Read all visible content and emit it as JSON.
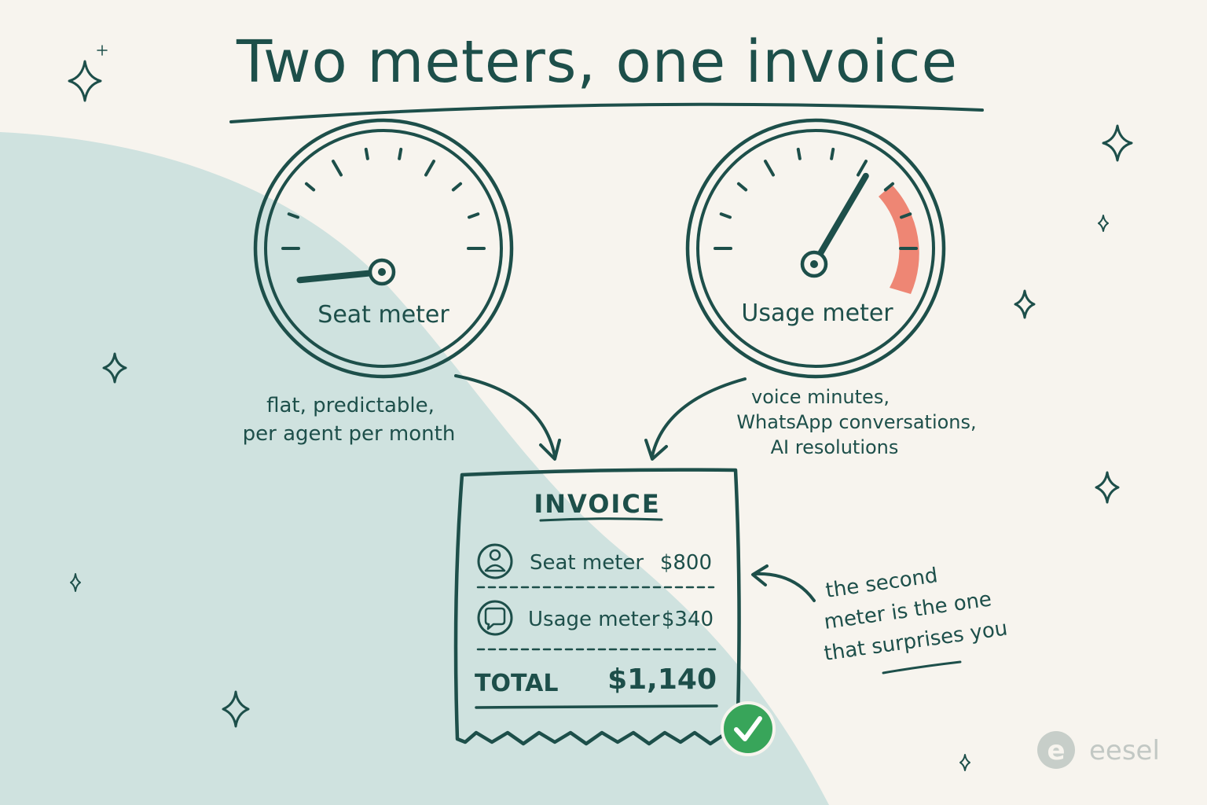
{
  "title": "Two meters, one invoice",
  "gauges": {
    "seat": {
      "label": "Seat meter",
      "needle_level": 0.08
    },
    "usage": {
      "label": "Usage meter",
      "needle_level": 0.78
    }
  },
  "seat_note": [
    "flat, predictable,",
    "per agent per month"
  ],
  "usage_note": [
    "voice minutes,",
    "WhatsApp conversations,",
    "AI resolutions"
  ],
  "invoice": {
    "heading": "INVOICE",
    "rows": [
      {
        "label": "Seat meter",
        "amount": "$800",
        "icon": "person-icon"
      },
      {
        "label": "Usage meter",
        "amount": "$340",
        "icon": "chat-bubble-icon"
      }
    ],
    "total_label": "TOTAL",
    "total_amount": "$1,140",
    "status_icon": "checkmark-icon"
  },
  "callout": [
    "the second",
    "meter is the one",
    "that surprises you"
  ],
  "brand": {
    "name": "eesel",
    "mark": "e"
  },
  "colors": {
    "ink": "#1d4f4a",
    "background": "#f7f4ee",
    "blob": "#cfe2df",
    "danger_zone": "#ee8674",
    "check": "#38a55a"
  }
}
